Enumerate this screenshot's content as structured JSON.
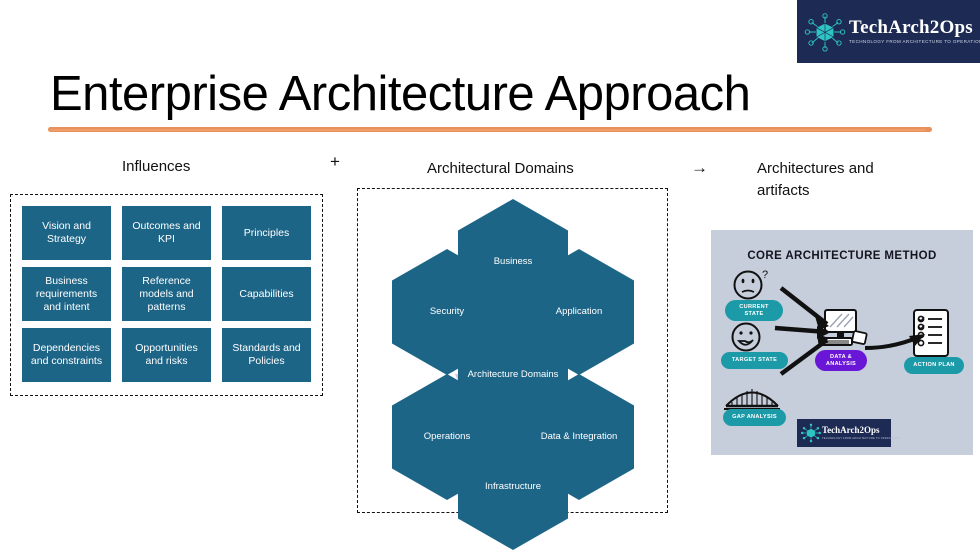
{
  "brand": {
    "name": "TechArch2Ops",
    "tagline": "TECHNOLOGY FROM ARCHITECTURE TO OPERATIONS",
    "logo_icon": "network-cube-icon",
    "navy": "#1d2a53",
    "accent_teal": "#2ec4c4"
  },
  "title": "Enterprise Architecture Approach",
  "divider_color": "#e8915a",
  "sections": {
    "influences_label": "Influences",
    "plus_symbol": "+",
    "domains_label": "Architectural Domains",
    "arrow_symbol": "→",
    "artifacts_label": "Architectures and artifacts"
  },
  "influences": {
    "box_color": "#1d6587",
    "items": [
      "Vision and Strategy",
      "Outcomes and KPI",
      "Principles",
      "Business requirements and intent",
      "Reference models and patterns",
      "Capabilities",
      "Dependencies and constraints",
      "Opportunities and risks",
      "Standards and Policies"
    ]
  },
  "domains": {
    "hex_color": "#1d6587",
    "connector_color": "#cdd1d5",
    "center": "Architecture Domains",
    "ring": [
      "Business",
      "Application",
      "Data & Integration",
      "Infrastructure",
      "Operations",
      "Security"
    ]
  },
  "method_panel": {
    "background": "#c6cedb",
    "title": "CORE ARCHITECTURE METHOD",
    "pill_teal": "#1c9aa8",
    "pill_purple": "#6a16d6",
    "pills": {
      "current_state": "CURRENT STATE",
      "target_state": "TARGET STATE",
      "gap_analysis": "GAP ANALYSIS",
      "data_analysis": "DATA & ANALYSIS",
      "action_plan": "ACTION PLAN"
    },
    "doodles": {
      "face_confused": "confused-face-icon",
      "face_happy": "happy-face-icon",
      "bridge": "bridge-icon",
      "computer": "desktop-computer-icon",
      "checklist": "checklist-icon",
      "arrows": "converging-arrows-icon",
      "arrow_right": "right-arrow-icon"
    }
  }
}
